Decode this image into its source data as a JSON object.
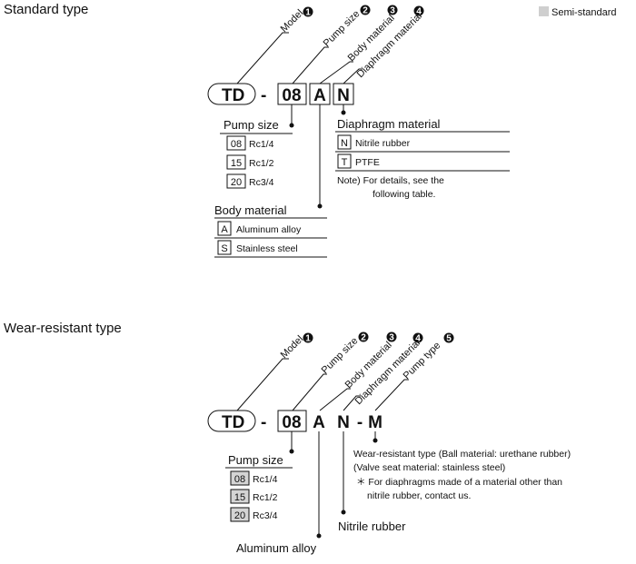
{
  "legend": {
    "semi_standard": "Semi-standard",
    "swatch_color": "#cfcfcf"
  },
  "standard": {
    "title": "Standard type",
    "code": {
      "prefix": "TD",
      "sep": "-",
      "size": "08",
      "body": "A",
      "diaphragm": "N"
    },
    "callouts": [
      "Model",
      "Pump size",
      "Body material",
      "Diaphragm material"
    ],
    "callout_numbers": [
      "1",
      "2",
      "3",
      "4"
    ],
    "pump_size": {
      "heading": "Pump size",
      "rows": [
        {
          "code": "08",
          "text": "Rc1/4"
        },
        {
          "code": "15",
          "text": "Rc1/2"
        },
        {
          "code": "20",
          "text": "Rc3/4"
        }
      ]
    },
    "body_material": {
      "heading": "Body material",
      "rows": [
        {
          "code": "A",
          "text": "Aluminum alloy"
        },
        {
          "code": "S",
          "text": "Stainless steel"
        }
      ]
    },
    "diaphragm_material": {
      "heading": "Diaphragm material",
      "rows": [
        {
          "code": "N",
          "text": "Nitrile rubber"
        },
        {
          "code": "T",
          "text": "PTFE"
        }
      ],
      "note_line1": "Note) For details, see the",
      "note_line2": "following table."
    }
  },
  "wear": {
    "title": "Wear-resistant type",
    "code": {
      "prefix": "TD",
      "sep1": "-",
      "size": "08",
      "body": "A",
      "diaphragm": "N",
      "sep2": "-",
      "type": "M"
    },
    "callouts": [
      "Model",
      "Pump size",
      "Body material",
      "Diaphragm material",
      "Pump type"
    ],
    "callout_numbers": [
      "1",
      "2",
      "3",
      "4",
      "5"
    ],
    "pump_size": {
      "heading": "Pump size",
      "rows": [
        {
          "code": "08",
          "text": "Rc1/4"
        },
        {
          "code": "15",
          "text": "Rc1/2"
        },
        {
          "code": "20",
          "text": "Rc3/4"
        }
      ]
    },
    "body_label": "Aluminum alloy",
    "diaphragm_label": "Nitrile rubber",
    "pump_type": {
      "line1": "Wear-resistant type (Ball material: urethane rubber)",
      "line2": "(Valve seat material: stainless steel)",
      "line3": "＊ For diaphragms made of a material other than",
      "line4": "nitrile rubber, contact us."
    }
  }
}
